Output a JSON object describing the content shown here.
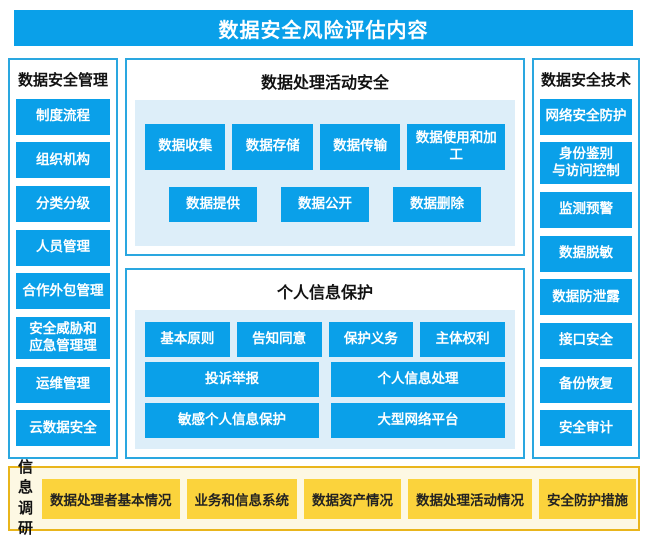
{
  "title": "数据安全风险评估内容",
  "colors": {
    "primary_blue": "#0aa0e9",
    "border_blue": "#2aa7e0",
    "panel_light_blue": "#ddeef9",
    "yellow_button": "#fbd33c",
    "yellow_border": "#e9b51b",
    "yellow_background": "#fdf8e3",
    "text_dark": "#111111",
    "text_white": "#ffffff"
  },
  "left_panel": {
    "title": "数据安全管理",
    "items": [
      "制度流程",
      "组织机构",
      "分类分级",
      "人员管理",
      "合作外包管理",
      "安全威胁和\n应急管理理",
      "运维管理",
      "云数据安全"
    ]
  },
  "center_top": {
    "title": "数据处理活动安全",
    "rows": [
      [
        "数据收集",
        "数据存储",
        "数据传输",
        "数据使用和加工"
      ],
      [
        "数据提供",
        "数据公开",
        "数据删除"
      ]
    ]
  },
  "center_bottom": {
    "title": "个人信息保护",
    "rows": [
      [
        "基本原则",
        "告知同意",
        "保护义务",
        "主体权利"
      ],
      [
        "投诉举报",
        "个人信息处理"
      ],
      [
        "敏感个人信息保护",
        "大型网络平台"
      ]
    ]
  },
  "right_panel": {
    "title": "数据安全技术",
    "items": [
      "网络安全防护",
      "身份鉴别\n与访问控制",
      "监测预警",
      "数据脱敏",
      "数据防泄露",
      "接口安全",
      "备份恢复",
      "安全审计"
    ]
  },
  "bottom_panel": {
    "label": "信息\n调研",
    "items": [
      "数据处理者基本情况",
      "业务和信息系统",
      "数据资产情况",
      "数据处理活动情况",
      "安全防护措施"
    ]
  }
}
